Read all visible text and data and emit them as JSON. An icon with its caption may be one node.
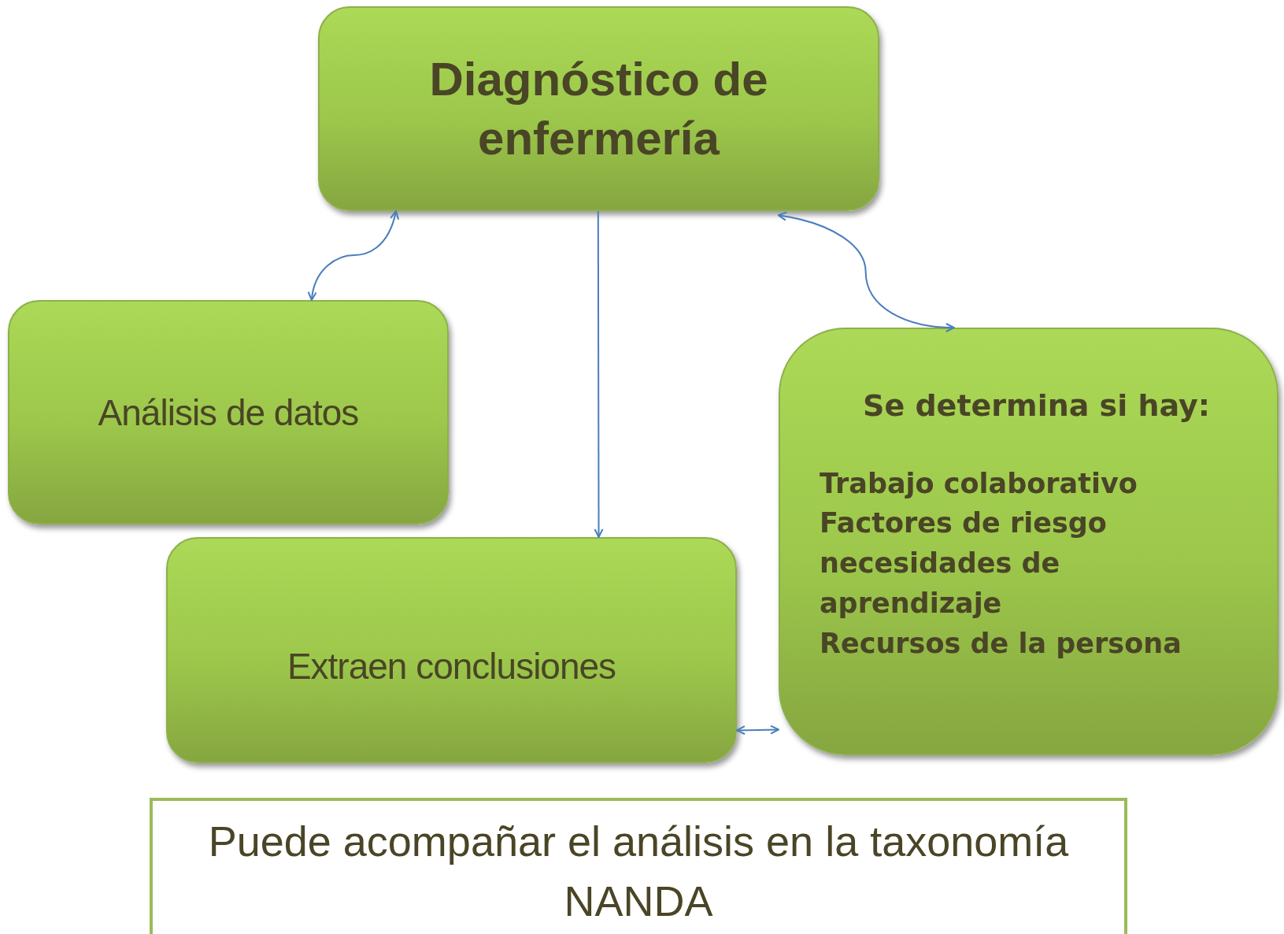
{
  "diagram": {
    "nodes": [
      {
        "text": [
          "Diagnóstico de enfermería"
        ]
      },
      {
        "text": [
          "Análisis de datos"
        ]
      },
      {
        "text": [
          "Extraen conclusiones"
        ]
      },
      {
        "text": [
          "Se determina si hay:",
          "Trabajo colaborativo",
          "Factores de riesgo",
          "necesidades de aprendizaje",
          "Recursos de la persona"
        ]
      },
      {
        "text": [
          "Puede acompañar el análisis en la taxonomía NANDA"
        ]
      }
    ],
    "edges": [
      {
        "from": 0,
        "to": 1,
        "arrow": "both"
      },
      {
        "from": 0,
        "to": 2,
        "arrow": "to"
      },
      {
        "from": 0,
        "to": 3,
        "arrow": "both"
      },
      {
        "from": 2,
        "to": 3,
        "arrow": "both"
      }
    ]
  }
}
